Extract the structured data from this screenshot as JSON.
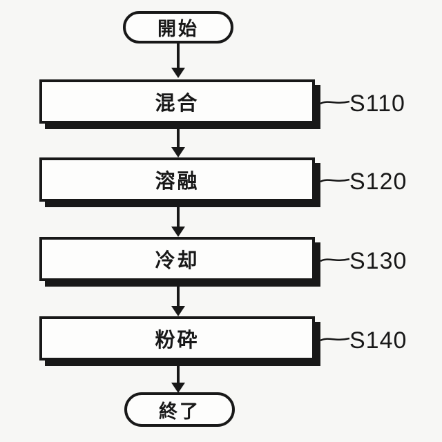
{
  "flowchart": {
    "start": {
      "label": "開始"
    },
    "end": {
      "label": "終了"
    },
    "steps": [
      {
        "label": "混合",
        "id": "S110"
      },
      {
        "label": "溶融",
        "id": "S120"
      },
      {
        "label": "冷却",
        "id": "S130"
      },
      {
        "label": "粉砕",
        "id": "S140"
      }
    ],
    "colors": {
      "line": "#181818",
      "background": "#f7f7f5",
      "box_fill": "#fdfdfc"
    }
  }
}
